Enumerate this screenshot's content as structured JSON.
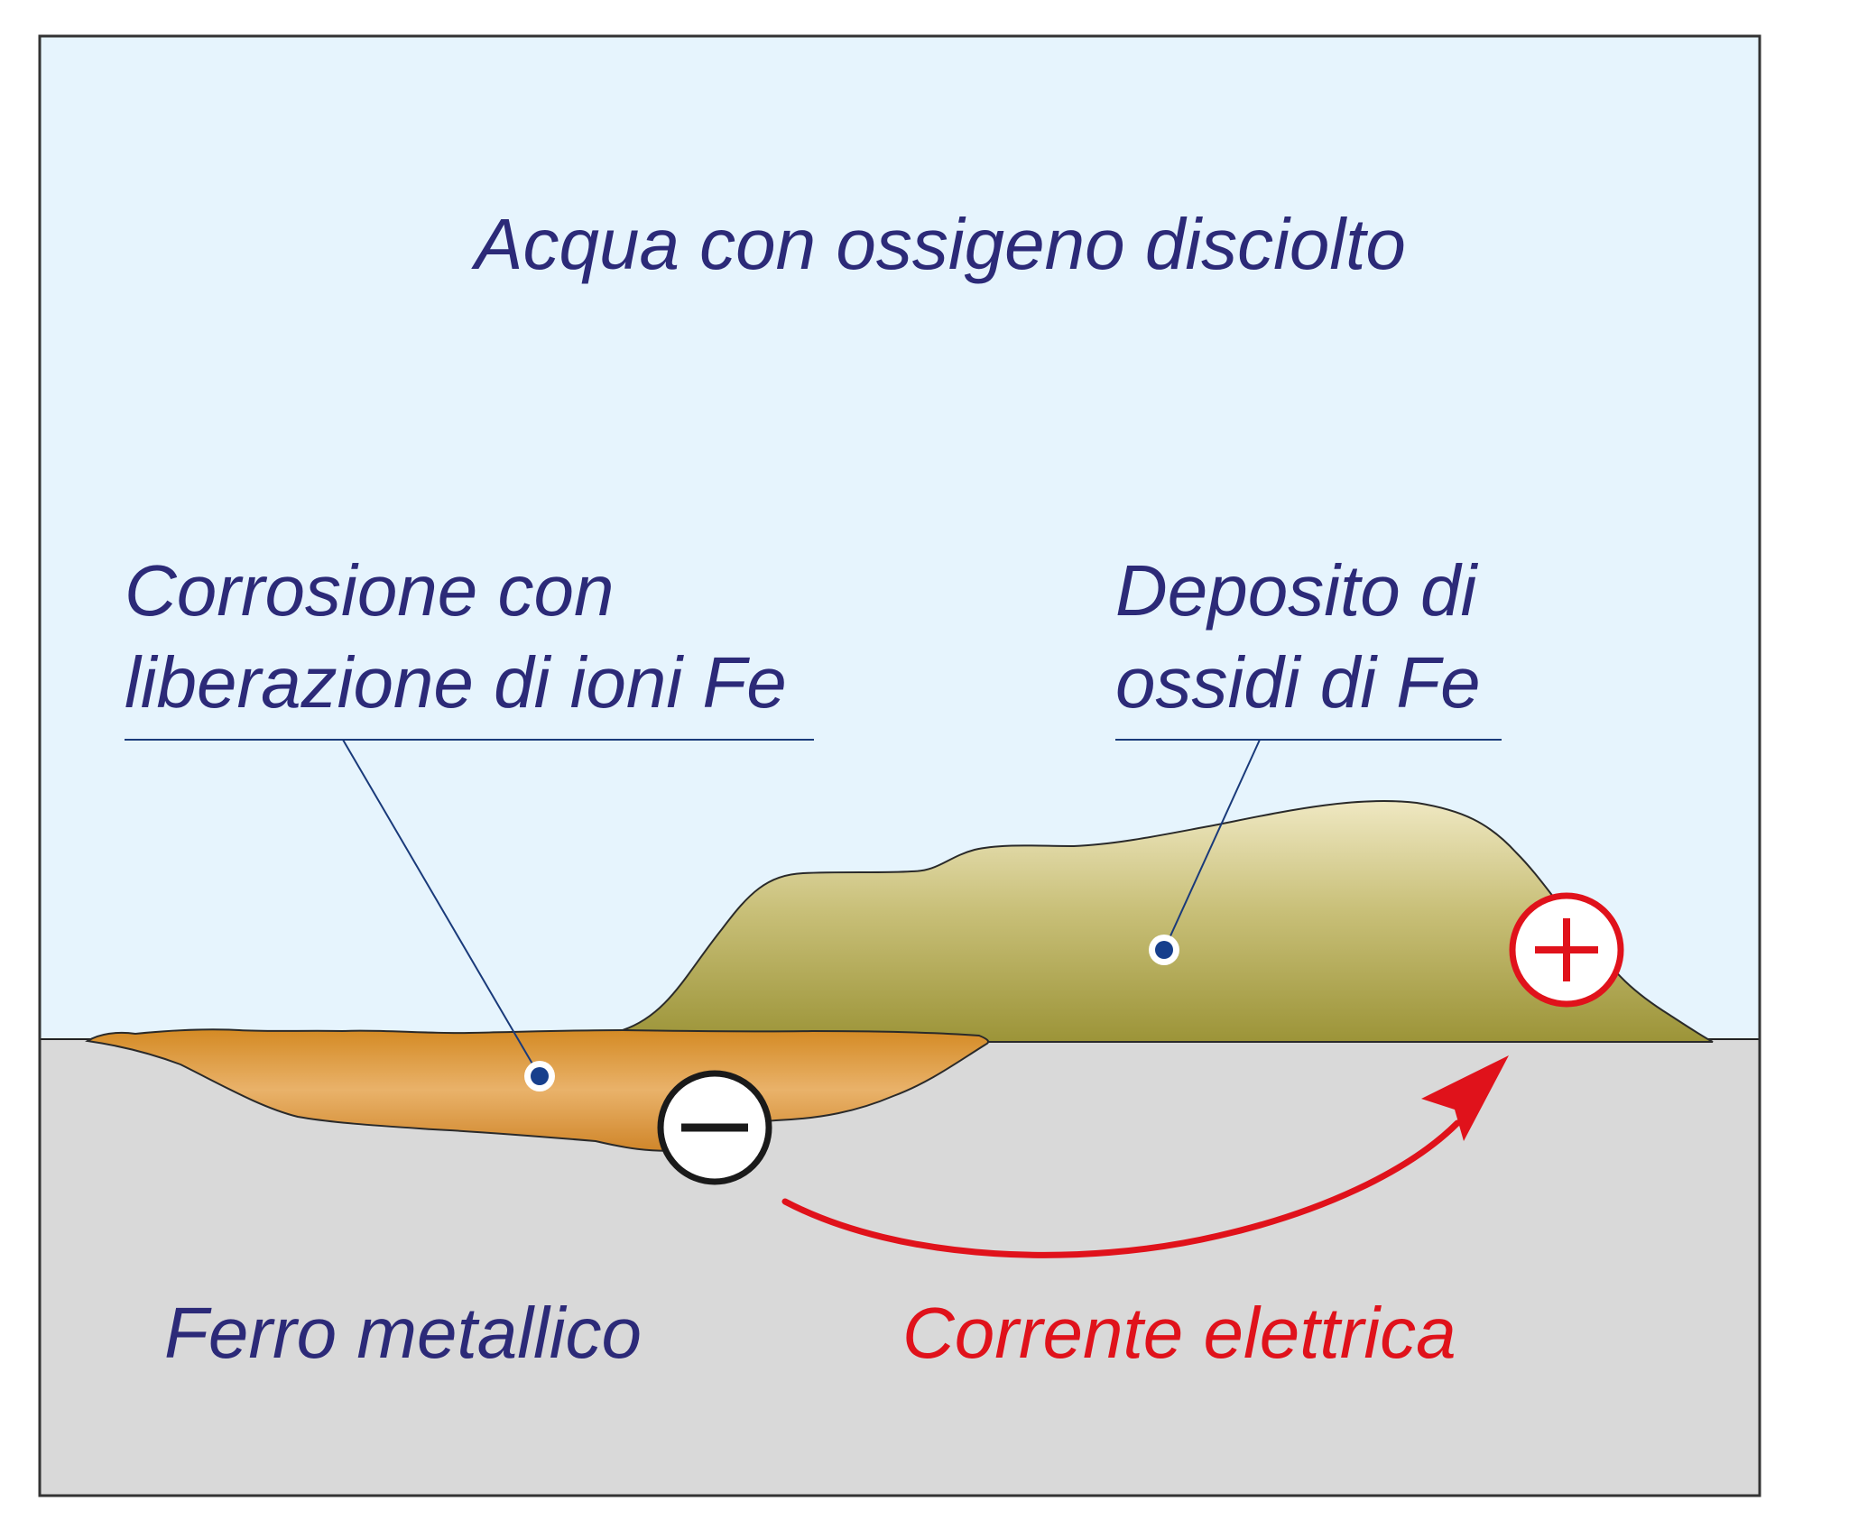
{
  "colors": {
    "water": "#e6f4fd",
    "metal": "#d9d9d9",
    "frame": "#333333",
    "label_text": "#2c2a78",
    "leader_line": "#1a3a7a",
    "leader_dot": "#173f8c",
    "corrosion": "#d9983a",
    "deposit": "#a9a24a",
    "current": "#e0121b",
    "anode_ring": "#1a1a1a"
  },
  "labels": {
    "water": "Acqua con ossigeno disciolto",
    "corrosion_line1": "Corrosione con",
    "corrosion_line2": "liberazione di ioni Fe",
    "deposit_line1": "Deposito di",
    "deposit_line2": "ossidi di Fe",
    "metal": "Ferro metallico",
    "current": "Corrente elettrica"
  },
  "icons": {
    "anode": "minus-circle-icon",
    "cathode": "plus-circle-icon",
    "current_arrow": "curved-arrow-icon"
  }
}
